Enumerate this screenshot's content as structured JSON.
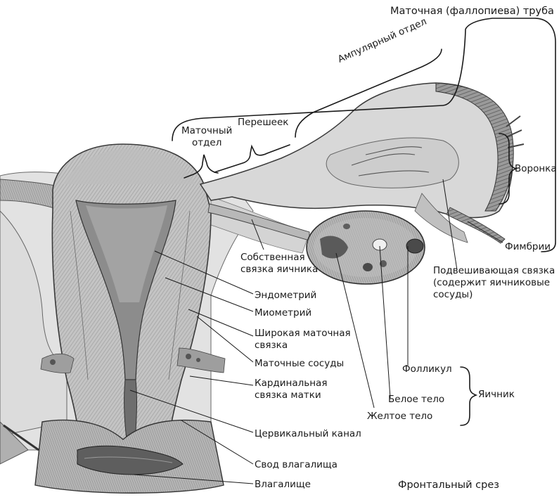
{
  "labels": {
    "fallopian_tube": "Маточная (фаллопиева) труба",
    "ampulla": "Ампулярный отдел",
    "uterine_part_1": "Маточный",
    "uterine_part_2": "отдел",
    "isthmus": "Перешеек",
    "infundibulum": "Воронка",
    "fimbriae": "Фимбрии",
    "ovarian_ligament_1": "Собственная",
    "ovarian_ligament_2": "связка яичника",
    "suspensory_1": "Подвешивающая связка",
    "suspensory_2": "(содержит яичниковые",
    "suspensory_3": "сосуды)",
    "endometrium": "Эндометрий",
    "myometrium": "Миометрий",
    "broad_ligament_1": "Широкая маточная",
    "broad_ligament_2": "связка",
    "uterine_vessels": "Маточные сосуды",
    "cardinal_1": "Кардинальная",
    "cardinal_2": "связка матки",
    "follicle": "Фолликул",
    "white_body": "Белое тело",
    "ovary": "Яичник",
    "yellow_body": "Желтое тело",
    "cervical_canal": "Цервикальный канал",
    "vaginal_vault": "Свод влагалища",
    "vagina": "Влагалище",
    "section": "Фронтальный срез"
  },
  "colors": {
    "ink": "#1a1a1a",
    "tissue_dark": "#7a7a7a",
    "tissue_mid": "#a8a8a8",
    "tissue_light": "#cfcfcf",
    "cavity": "#8c8c8c"
  }
}
